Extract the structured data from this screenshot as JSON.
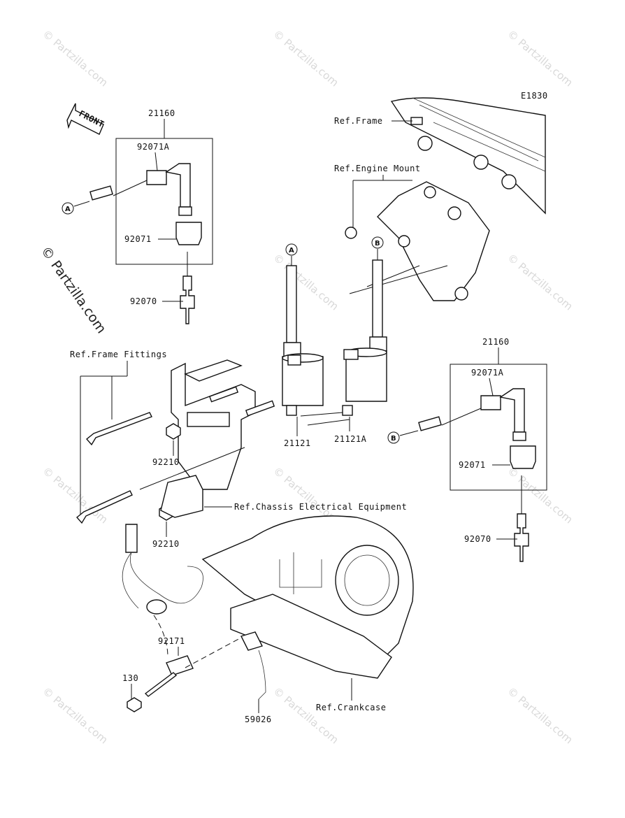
{
  "diagram_code": "E1830",
  "watermark_text": "© Partzilla.com",
  "front_label": "FRONT",
  "refs": {
    "frame": "Ref.Frame",
    "engine_mount": "Ref.Engine Mount",
    "frame_fittings": "Ref.Frame Fittings",
    "chassis_electrical": "Ref.Chassis Electrical Equipment",
    "crankcase": "Ref.Crankcase"
  },
  "callouts": {
    "a": "A",
    "b": "B"
  },
  "parts": {
    "p21160_left": "21160",
    "p92071A_left": "92071A",
    "p92071_left": "92071",
    "p92070_left": "92070",
    "p21121": "21121",
    "p21121A": "21121A",
    "p92210_top": "92210",
    "p92210_bottom": "92210",
    "p21160_right": "21160",
    "p92071A_right": "92071A",
    "p92071_right": "92071",
    "p92070_right": "92070",
    "p92171": "92171",
    "p130": "130",
    "p59026": "59026"
  }
}
